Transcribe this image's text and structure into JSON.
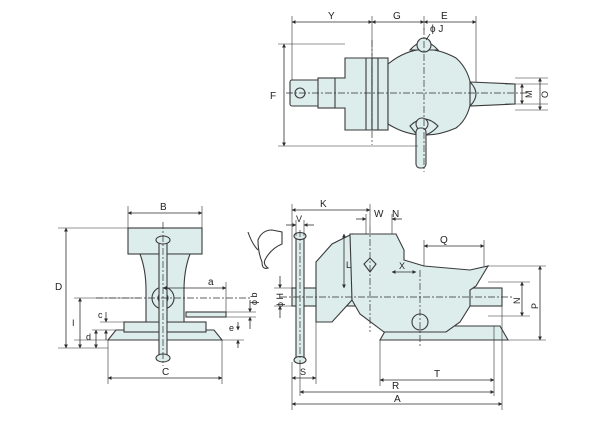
{
  "labels": {
    "Y": "Y",
    "G": "G",
    "E": "E",
    "phiJ": "ϕ J",
    "F": "F",
    "M": "M",
    "O": "O",
    "B": "B",
    "D": "D",
    "a": "a",
    "phib": "ϕ b",
    "c": "c",
    "d": "d",
    "I": "I",
    "e": "e",
    "C": "C",
    "K": "K",
    "V": "V",
    "W": "W",
    "N_top": "N",
    "phiH": "ϕ H",
    "L": "L",
    "Q": "Q",
    "X": "X",
    "N_side": "N",
    "P": "P",
    "S": "S",
    "T": "T",
    "R": "R",
    "A": "A"
  },
  "colors": {
    "body": "#dcedec",
    "line": "#3a3a3a"
  }
}
